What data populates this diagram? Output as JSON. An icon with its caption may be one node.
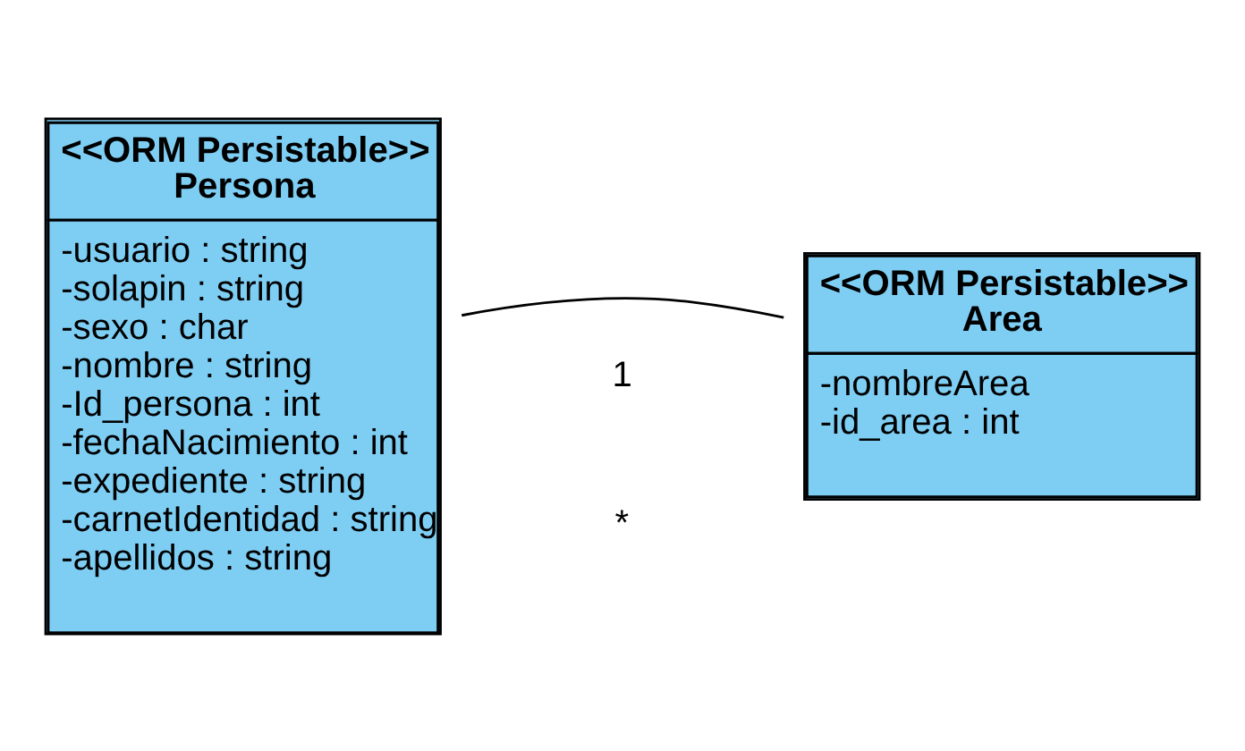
{
  "diagram": {
    "nodes": [
      {
        "text": [
          "<<ORM Persistable>>",
          "Persona",
          "-usuario : string",
          "-solapin : string",
          "-sexo : char",
          "-nombre : string",
          "-Id_persona : int",
          "-fechaNacimiento : int",
          "-expediente : string",
          "-carnetIdentidad : string",
          "-apellidos : string"
        ]
      },
      {
        "text": [
          "<<ORM Persistable>>",
          "Area",
          "-nombreArea",
          "-id_area : int"
        ]
      }
    ],
    "edges": [
      {
        "from": 0,
        "to": 1,
        "arrow": "none"
      }
    ],
    "labels": [
      "1",
      "*"
    ]
  }
}
